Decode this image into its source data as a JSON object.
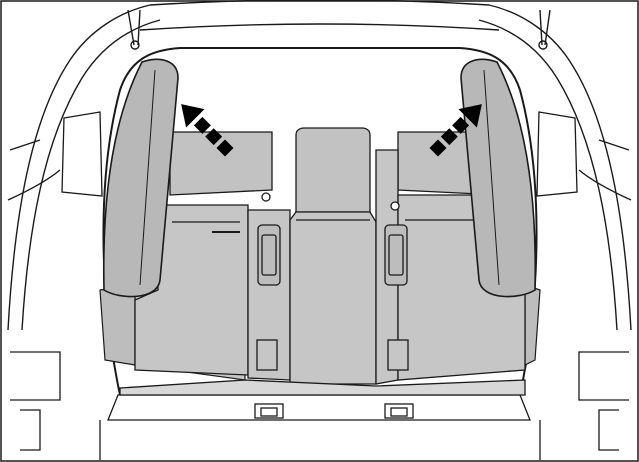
{
  "figure": {
    "subject": "vehicle-trunk-rear-seatbacks-folding",
    "colors": {
      "outline": "#1a1a1a",
      "panel_fill": "#c6c6c6",
      "seat_fill": "#c2c2c2",
      "background": "#ffffff",
      "arrow_fill": "#000000"
    },
    "arrows": [
      {
        "side": "left",
        "direction": "up-left"
      },
      {
        "side": "right",
        "direction": "up-right"
      }
    ]
  }
}
